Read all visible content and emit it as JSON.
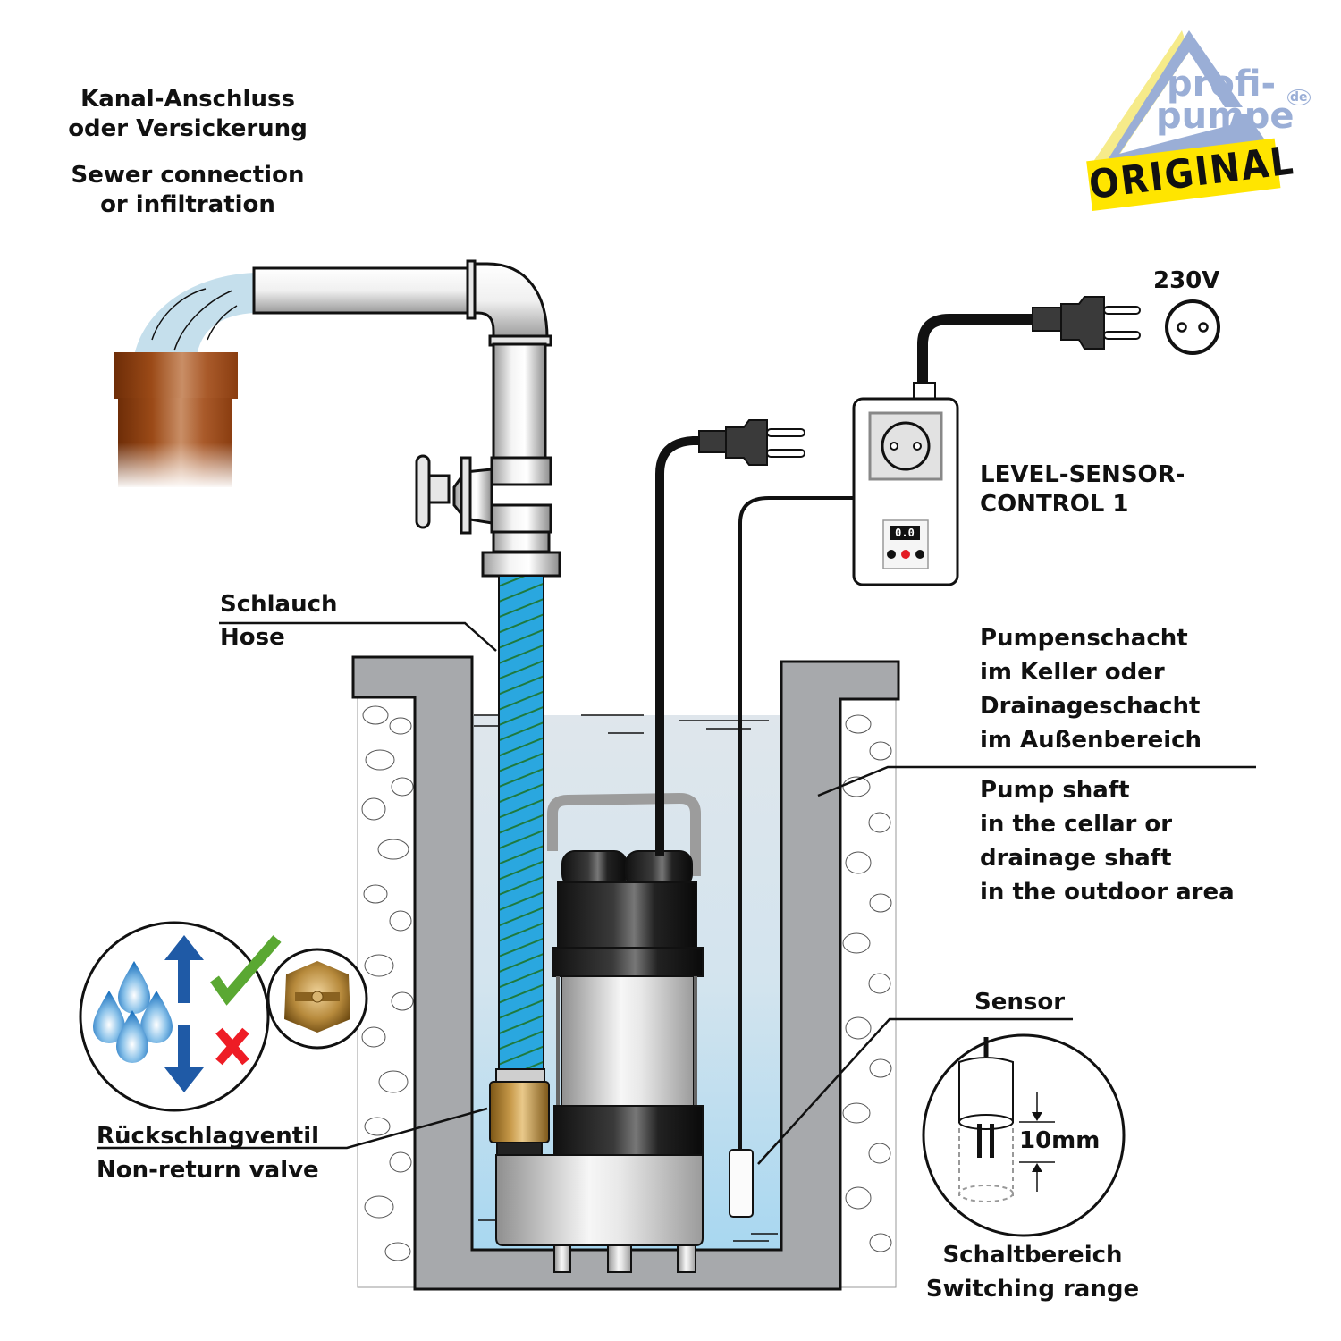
{
  "logo": {
    "line1": "profi-",
    "line2": "pumpe",
    "tld": "de",
    "badge": "ORIGINAL",
    "colors": {
      "triangle": "#9aaed6",
      "accent": "#f6eb8a",
      "badge": "#ffe500"
    }
  },
  "labels": {
    "outlet": {
      "de_line1": "Kanal-Anschluss",
      "de_line2": "oder Versickerung",
      "en_line1": "Sewer connection",
      "en_line2": "or infiltration"
    },
    "power": "230V",
    "controller": {
      "line1": "LEVEL-SENSOR-",
      "line2": "CONTROL 1",
      "display": "0.0"
    },
    "hose": {
      "de": "Schlauch",
      "en": "Hose"
    },
    "shaft": {
      "de": [
        "Pumpenschacht",
        "im Keller oder",
        "Drainageschacht",
        "im Außenbereich"
      ],
      "en": [
        "Pump shaft",
        "in the cellar or",
        "drainage shaft",
        "in the outdoor area"
      ]
    },
    "valve": {
      "de": "Rückschlagventil",
      "en": "Non-return valve"
    },
    "sensor": {
      "title": "Sensor",
      "distance": "10mm",
      "de": "Schaltbereich",
      "en": "Switching range"
    }
  },
  "icons": {
    "flow_allowed": "check-icon",
    "flow_blocked": "cross-icon",
    "drops": "water-drops-icon"
  },
  "colors": {
    "hose": "#29a8df",
    "hose_stripe": "#1f7a3e",
    "water": "#b9dcef",
    "concrete": "#a7a9ac",
    "brass": "#b88a3a",
    "clay_pipe": "#9b4a17",
    "arrow_blue": "#1f5aa6",
    "check_green": "#5aa832",
    "cross_red": "#ee1c25",
    "display_led": "#e31b23"
  }
}
